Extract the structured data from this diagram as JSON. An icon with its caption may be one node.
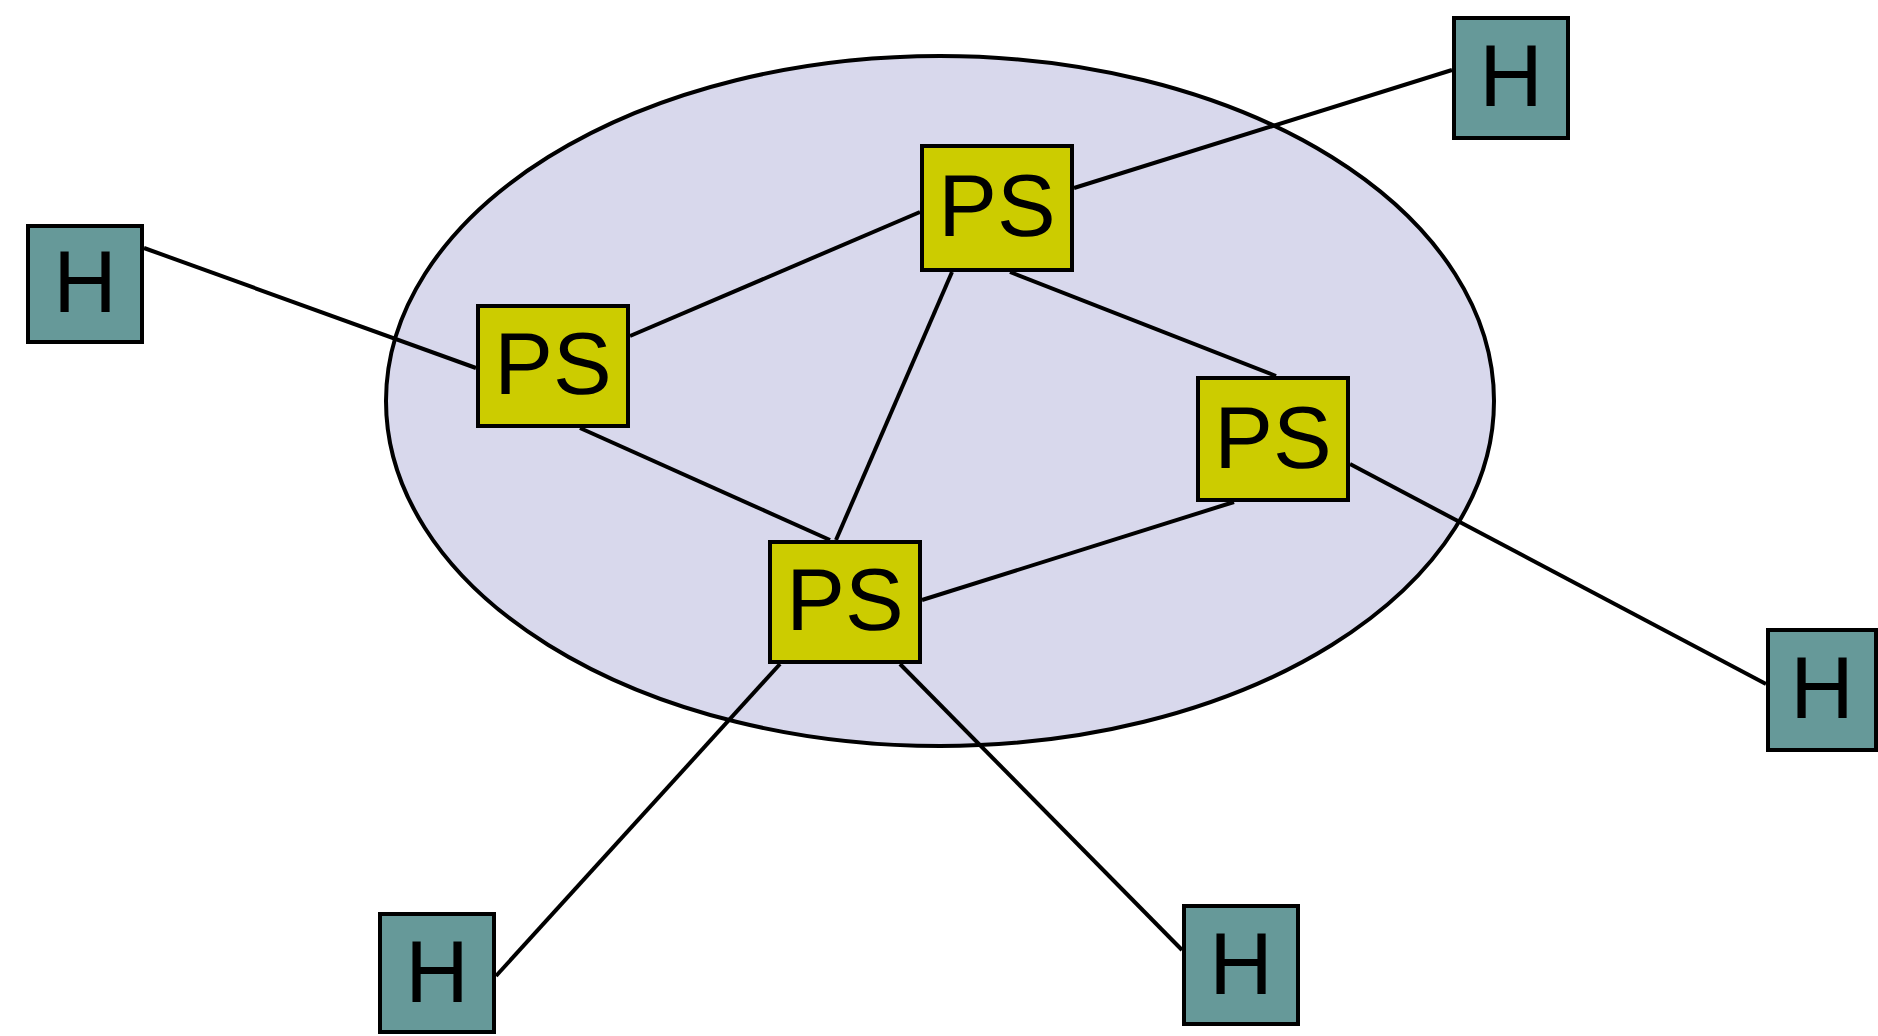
{
  "diagram": {
    "nodes": [
      {
        "text": [],
        "shape": "ellipse"
      },
      {
        "text": [
          "PS"
        ],
        "in": 0
      },
      {
        "text": [
          "PS"
        ],
        "in": 0
      },
      {
        "text": [
          "PS"
        ],
        "in": 0
      },
      {
        "text": [
          "PS"
        ],
        "in": 0
      },
      {
        "text": [
          "H"
        ]
      },
      {
        "text": [
          "H"
        ]
      },
      {
        "text": [
          "H"
        ]
      },
      {
        "text": [
          "H"
        ]
      },
      {
        "text": [
          "H"
        ]
      }
    ],
    "edges": [
      {
        "from": 5,
        "to": 1,
        "arrow": "none"
      },
      {
        "from": 6,
        "to": 2,
        "arrow": "none"
      },
      {
        "from": 2,
        "to": 1,
        "arrow": "none"
      },
      {
        "from": 1,
        "to": 3,
        "arrow": "none"
      },
      {
        "from": 1,
        "to": 4,
        "arrow": "none"
      },
      {
        "from": 2,
        "to": 4,
        "arrow": "none"
      },
      {
        "from": 4,
        "to": 3,
        "arrow": "none"
      },
      {
        "from": 3,
        "to": 7,
        "arrow": "none"
      },
      {
        "from": 4,
        "to": 8,
        "arrow": "none"
      },
      {
        "from": 4,
        "to": 9,
        "arrow": "none"
      }
    ]
  }
}
